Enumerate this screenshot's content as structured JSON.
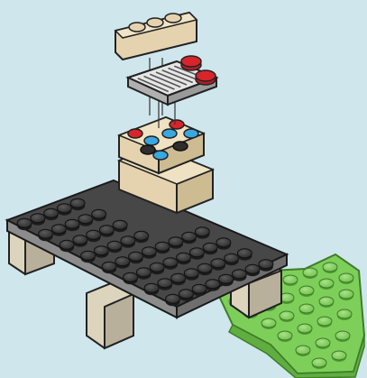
{
  "scene": {
    "kind": "lego-building-instruction",
    "colors": {
      "background": "#cfe6ec",
      "dark_plate": "#3a3a3a",
      "dark_plate_top": "#4a4a4a",
      "tan_brick": "#e4d3ae",
      "tan_brick_shade": "#cdbb92",
      "leg_tan": "#dcd4bd",
      "leg_shade": "#b9b09b",
      "grey_side": "#8c8c8c",
      "green_plate": "#7ecf5a",
      "green_plate_dark": "#5fae3f",
      "red_stud": "#d8242b",
      "blue_stud": "#39a8e0",
      "grate_grey": "#bdbdbd"
    },
    "parts": [
      "tan-1x3-brick",
      "grille-plate",
      "red-round-studs",
      "tan-corner-block",
      "dark-8x8-plate",
      "tan-legs",
      "green-leaf-plate"
    ]
  }
}
